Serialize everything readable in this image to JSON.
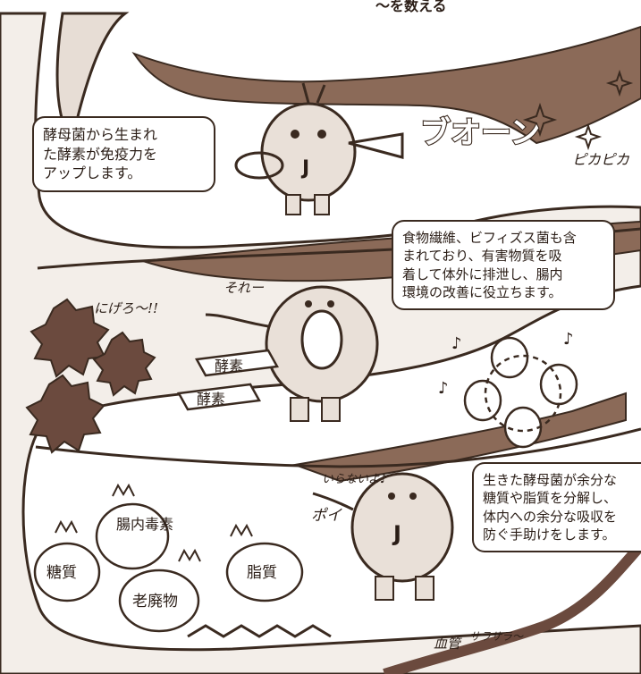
{
  "header": {
    "title_fragment": "〜を数える"
  },
  "bubbles": {
    "top": [
      "酵母菌から生まれ",
      "た酵素が免疫力を",
      "アップします。"
    ],
    "middle": [
      "食物繊維、ビフィズス菌も含",
      "まれており、有害物質を吸",
      "着して体外に排泄し、腸内",
      "環境の改善に役立ちます。"
    ],
    "bottom": [
      "生きた酵母菌が余分な",
      "糖質や脂質を分解し、",
      "体内への余分な吸収を",
      "防ぐ手助けをします。"
    ]
  },
  "sound_effects": {
    "horn": "ブオーン",
    "sparkle": "ピカピカ",
    "throw": "ポイ"
  },
  "speech_lines": {
    "sore": "それー",
    "nigero": "にげろ〜!!",
    "iranai": "いらないよ♪",
    "blood_flow": "サラサラ〜"
  },
  "labels": {
    "enzyme_1": "酵素",
    "enzyme_2": "酵素",
    "sugar": "糖質",
    "toxin": "腸内毒素",
    "waste": "老廃物",
    "fat": "脂質",
    "blood_vessel": "血管",
    "mascot_letter": "J"
  },
  "colors": {
    "gut_wall": "#8b6a58",
    "gut_dark": "#5a3a2e",
    "outline": "#3a2a20",
    "bacteria": "#6b4a3e",
    "mascot": "#e9e0d8"
  }
}
